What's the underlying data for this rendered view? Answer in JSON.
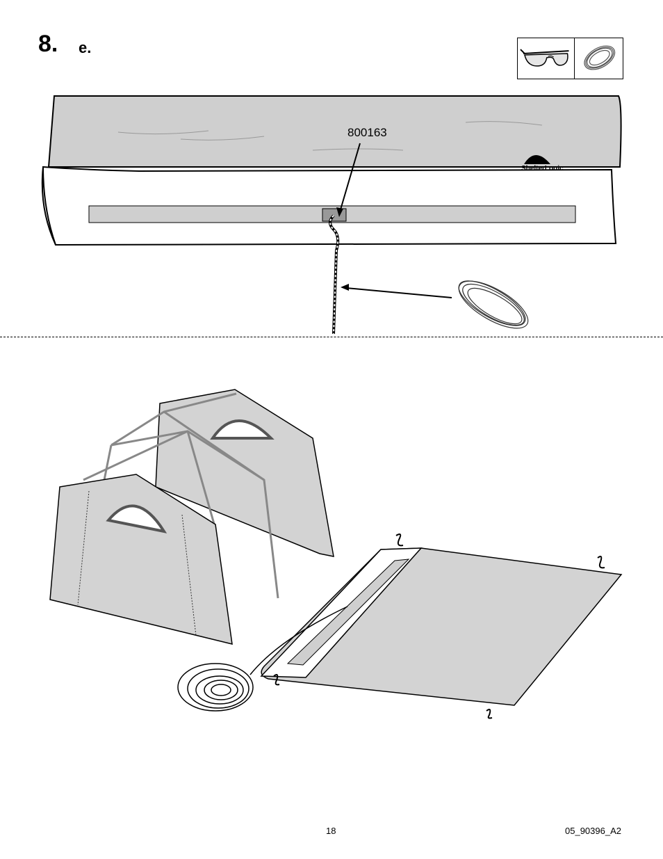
{
  "step": {
    "number": "8.",
    "sub": "e."
  },
  "tools": [
    {
      "icon": "safety-glasses-icon"
    },
    {
      "icon": "rope-coil-icon"
    }
  ],
  "figure_top": {
    "part_label": "800163",
    "brand": "ShelterLogic"
  },
  "footer": {
    "page": "18",
    "doc_code": "05_90396_A2"
  }
}
